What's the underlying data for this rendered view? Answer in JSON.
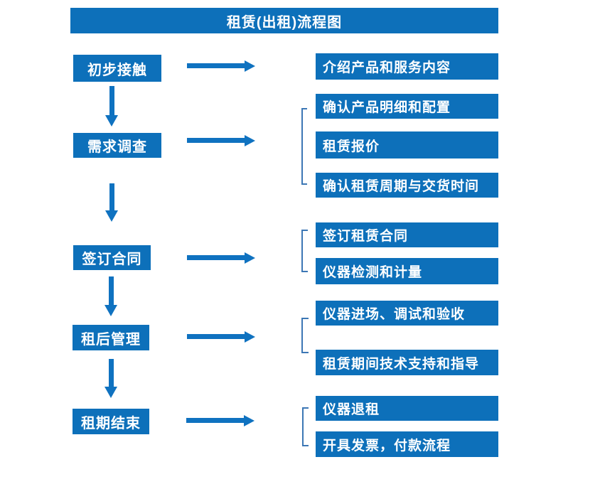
{
  "title": "租赁(出租)流程图",
  "colors": {
    "box_blue": "#0d70ba",
    "arrow_blue": "#0f72c0",
    "bracket_blue": "#3c77b5",
    "text": "#ffffff",
    "background": "#ffffff"
  },
  "steps": [
    {
      "label": "初步接触",
      "outputs": [
        "介绍产品和服务内容"
      ]
    },
    {
      "label": "需求调查",
      "outputs": [
        "确认产品明细和配置",
        "租赁报价",
        "确认租赁周期与交货时间"
      ]
    },
    {
      "label": "签订合同",
      "outputs": [
        "签订租赁合同",
        "仪器检测和计量"
      ]
    },
    {
      "label": "租后管理",
      "outputs": [
        "仪器进场、调试和验收",
        "租赁期间技术支持和指导"
      ]
    },
    {
      "label": "租期结束",
      "outputs": [
        "仪器退租",
        "开具发票，付款流程"
      ]
    }
  ]
}
